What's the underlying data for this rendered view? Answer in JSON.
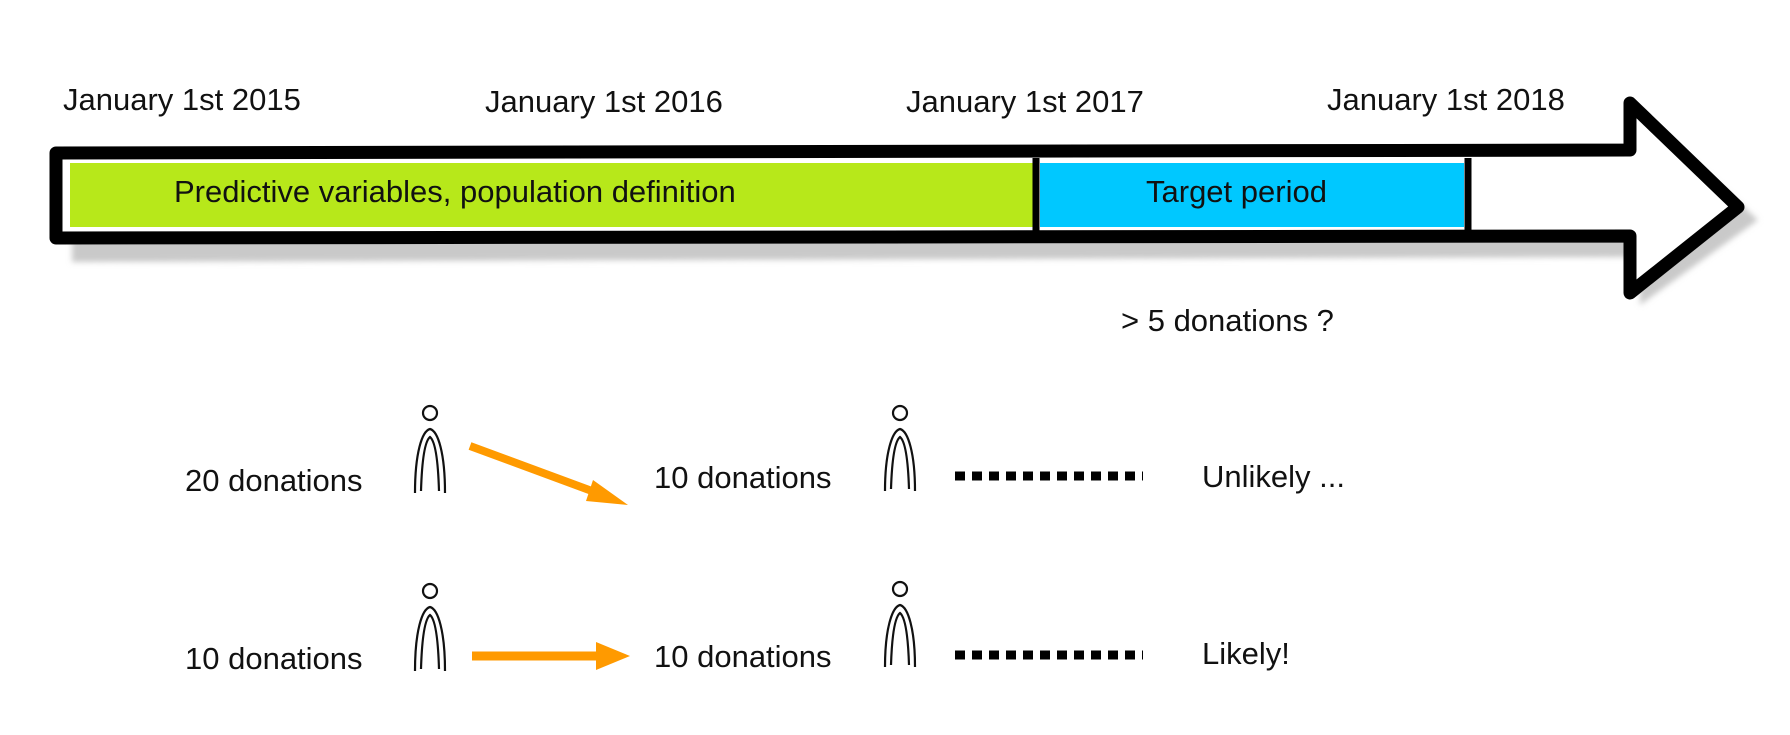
{
  "timeline": {
    "dates": [
      "January 1st 2015",
      "January 1st 2016",
      "January 1st 2017",
      "January 1st 2018"
    ],
    "predictive_label": "Predictive variables, population definition",
    "target_label": "Target period",
    "question": "> 5 donations ?"
  },
  "colors": {
    "predictive": "#b7e81a",
    "target": "#00c8ff",
    "arrow_orange": "#ff9a00",
    "outline": "#000000"
  },
  "scenarios": [
    {
      "before": "20 donations",
      "after": "10 donations",
      "outcome": "Unlikely ...",
      "trend": "decrease"
    },
    {
      "before": "10 donations",
      "after": "10 donations",
      "outcome": "Likely!",
      "trend": "stable"
    }
  ]
}
